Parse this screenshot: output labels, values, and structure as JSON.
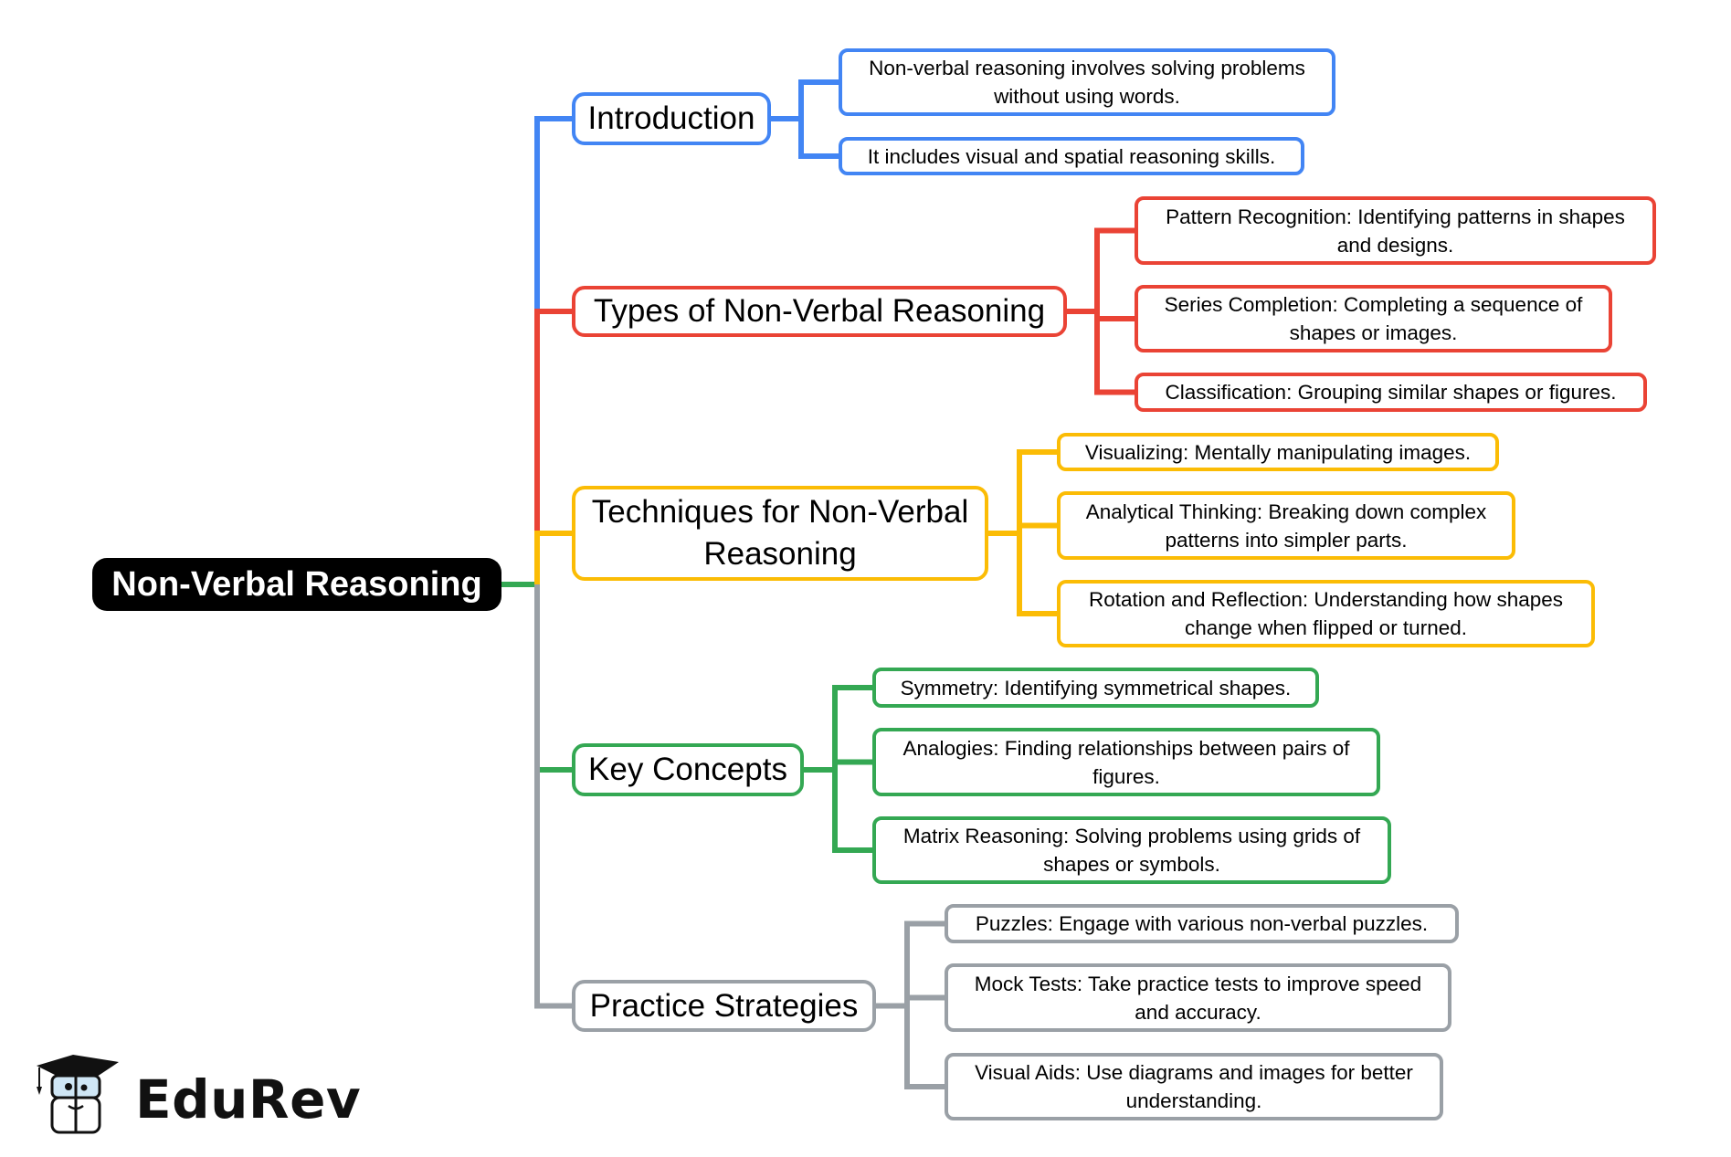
{
  "root": {
    "label": "Non-Verbal Reasoning"
  },
  "branches": [
    {
      "label": "Introduction",
      "color": "#4285f4",
      "children": [
        "Non-verbal reasoning involves solving problems without using words.",
        "It includes visual and spatial reasoning skills."
      ]
    },
    {
      "label": "Types of Non-Verbal Reasoning",
      "color": "#ea4335",
      "children": [
        "Pattern Recognition: Identifying patterns in shapes and designs.",
        "Series Completion: Completing a sequence of shapes or images.",
        "Classification: Grouping similar shapes or figures."
      ]
    },
    {
      "label": "Techniques for Non-Verbal Reasoning",
      "color": "#fbbc05",
      "children": [
        "Visualizing: Mentally manipulating images.",
        "Analytical Thinking: Breaking down complex patterns into simpler parts.",
        "Rotation and Reflection: Understanding how shapes change when flipped or turned."
      ]
    },
    {
      "label": "Key Concepts",
      "color": "#34a853",
      "children": [
        "Symmetry: Identifying symmetrical shapes.",
        "Analogies: Finding relationships between pairs of figures.",
        "Matrix Reasoning: Solving problems using grids of shapes or symbols."
      ]
    },
    {
      "label": "Practice Strategies",
      "color": "#9aa0a6",
      "children": [
        "Puzzles: Engage with various non-verbal puzzles.",
        "Mock Tests: Take practice tests to improve speed and accuracy.",
        "Visual Aids: Use diagrams and images for better understanding."
      ]
    }
  ],
  "logo": {
    "text": "EduRev",
    "icon": "graduation-cap-mascot-icon"
  }
}
